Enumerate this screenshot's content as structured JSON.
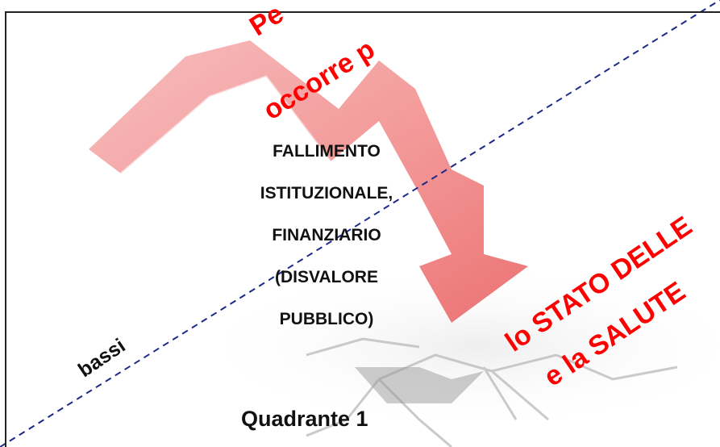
{
  "slide": {
    "top_text_1": "Pe",
    "top_text_2": "occorre p",
    "centre_lines": [
      "FALLIMENTO",
      "ISTITUZIONALE,",
      "FINANZIARIO",
      "(DISVALORE",
      "PUBBLICO)"
    ],
    "diagonal_red_1": "lo STATO DELLE",
    "diagonal_red_2": "e la SALUTE",
    "left_label": "bassi",
    "quadrant_label": "Quadrante 1"
  },
  "colors": {
    "accent_text": "#ff0000",
    "arrow": "#f26d6d",
    "dashed_line": "#1c2a8a"
  },
  "icons": [
    "downward-arrow-icon",
    "ground-crack-icon"
  ]
}
